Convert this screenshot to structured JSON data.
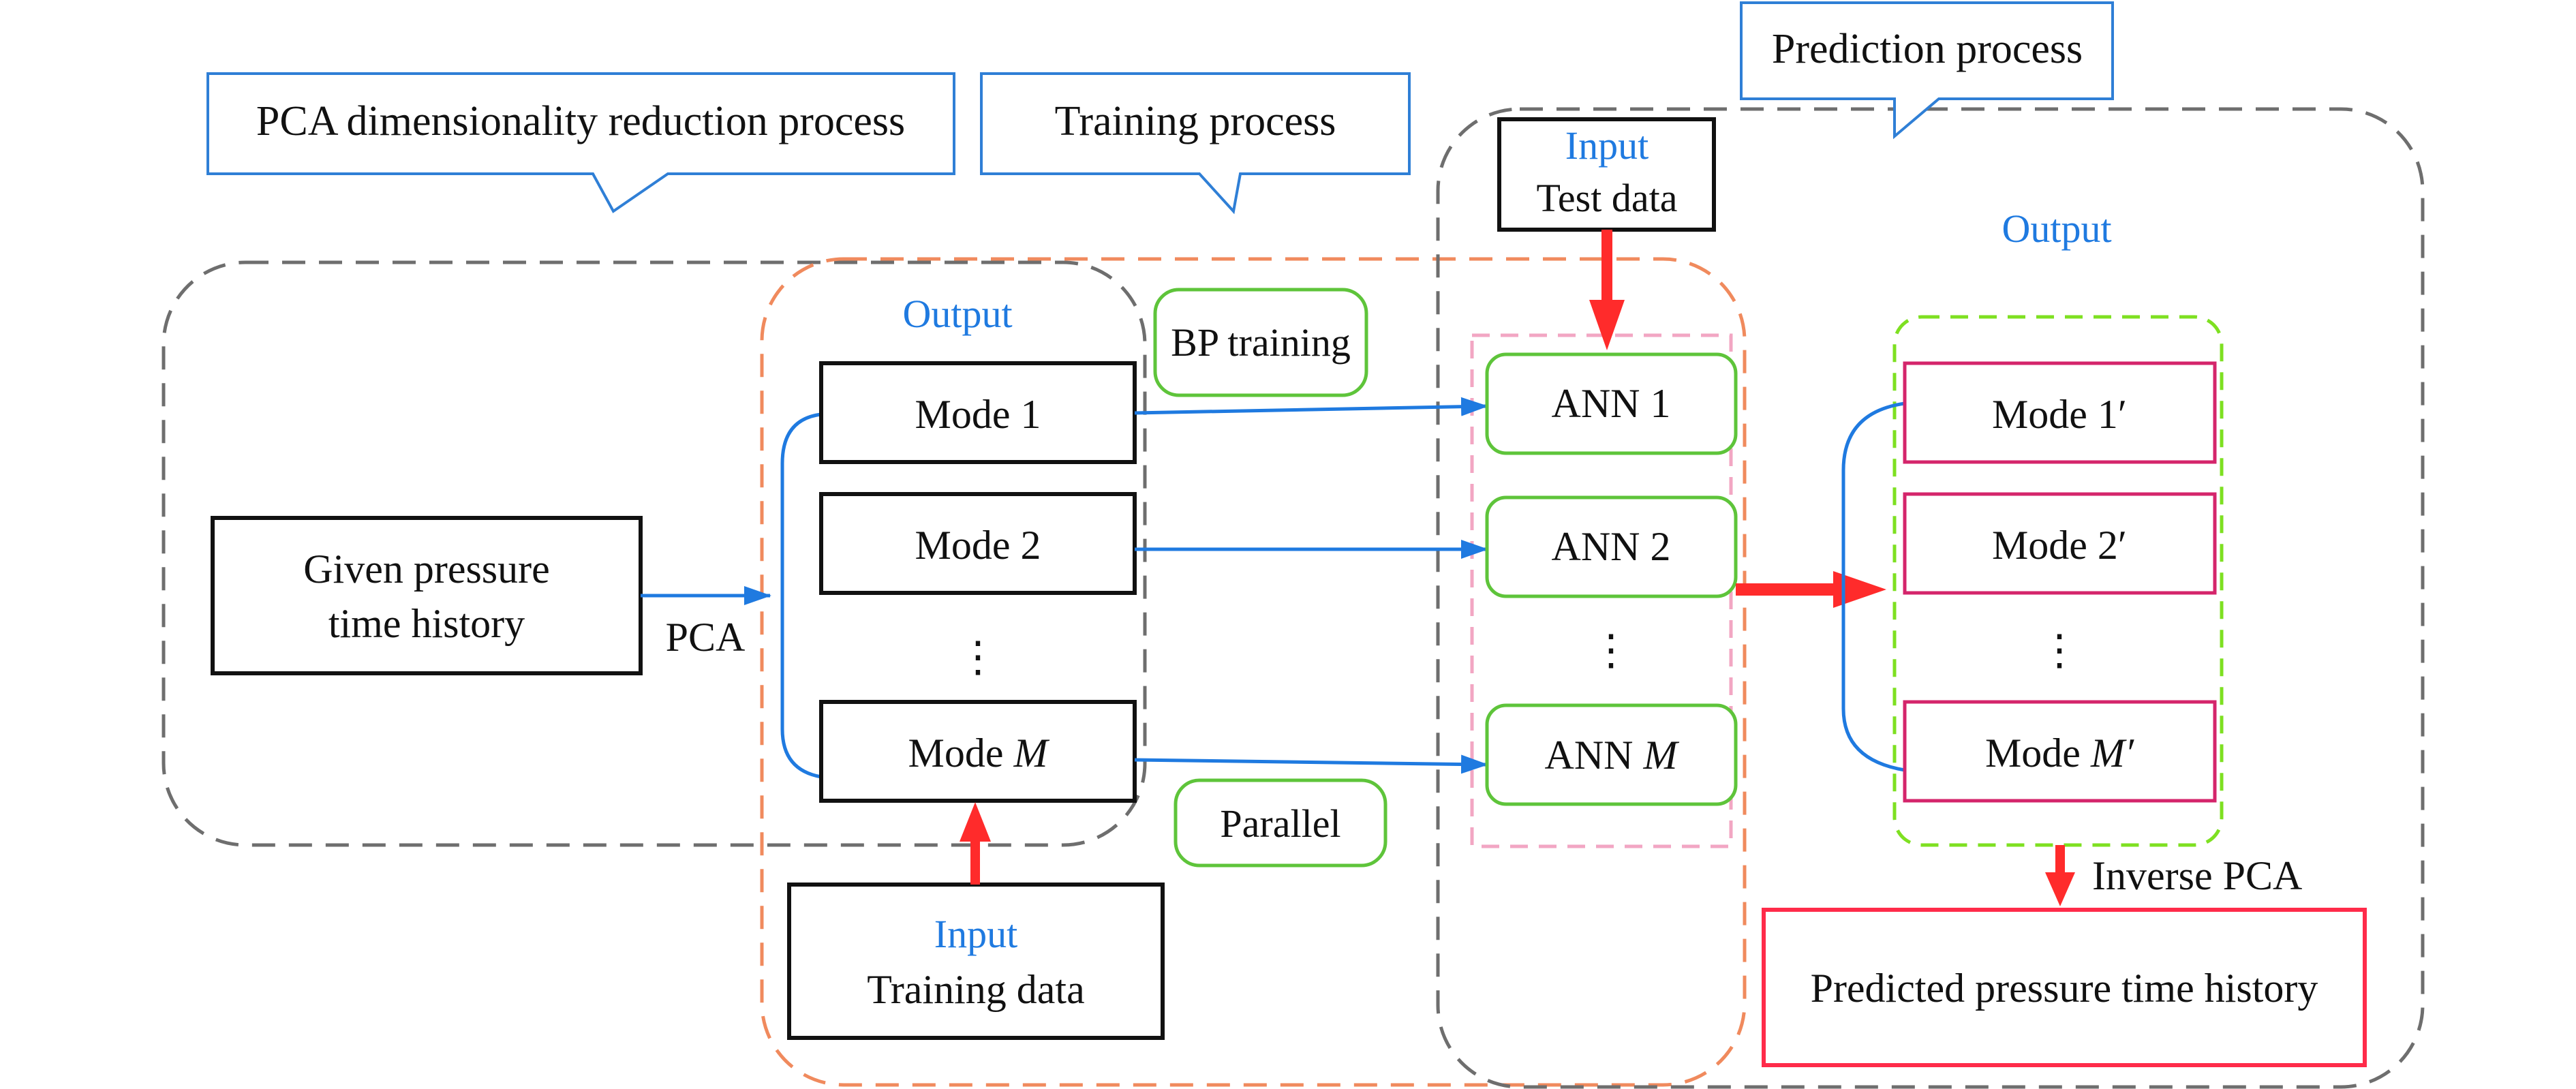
{
  "callouts": {
    "pca": "PCA dimensionality reduction process",
    "training": "Training process",
    "prediction": "Prediction process"
  },
  "input_test": {
    "label": "Input",
    "text": "Test data"
  },
  "input_training": {
    "label": "Input",
    "text": "Training data"
  },
  "output_left": "Output",
  "output_right": "Output",
  "bp_training": "BP training",
  "parallel": "Parallel",
  "given": {
    "line1": "Given pressure",
    "line2": "time history"
  },
  "pca_label": "PCA",
  "modes": [
    {
      "prefix": "Mode",
      "suffix": "1"
    },
    {
      "prefix": "Mode",
      "suffix": "2"
    },
    {
      "prefix": "Mode",
      "suffix": "M"
    }
  ],
  "anns": [
    {
      "prefix": "ANN",
      "suffix": "1"
    },
    {
      "prefix": "ANN",
      "suffix": "2"
    },
    {
      "prefix": "ANN",
      "suffix": "M"
    }
  ],
  "modes_prime": [
    {
      "prefix": "Mode",
      "suffix": "1′"
    },
    {
      "prefix": "Mode",
      "suffix": "2′"
    },
    {
      "prefix": "Mode",
      "suffix": "M′"
    }
  ],
  "ellipsis": "⋮",
  "inverse_pca": "Inverse PCA",
  "predicted": "Predicted pressure time history",
  "colors": {
    "blue_accent": "#1f7ae0",
    "black_box": "#111111",
    "green_box": "#5ec43a",
    "bright_green": "#7ee021",
    "magenta_box": "#d4256b",
    "red_arrow": "#ff2b2b",
    "orange_dash": "#f08a5d",
    "gray_dash": "#6e6e6e",
    "pink_dash": "#f2a6c3",
    "callout_blue": "#2f7fd6"
  }
}
